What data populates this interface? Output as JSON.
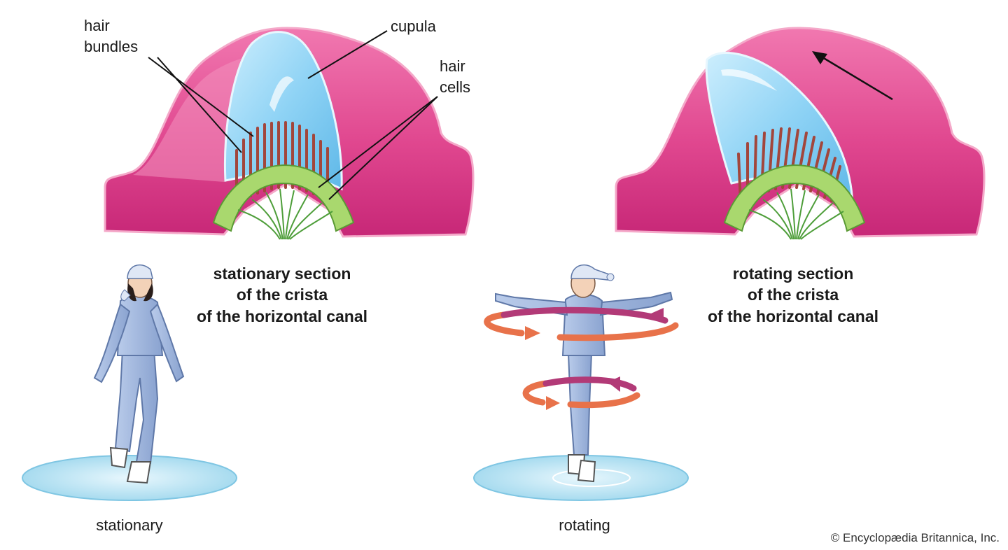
{
  "colors": {
    "canal_pink": "#e0478f",
    "canal_dark": "#c72777",
    "canal_light": "#f391bd",
    "cupula_blue": "#7fccf2",
    "cupula_light": "#bfe7fb",
    "hair_red": "#a2463c",
    "cells_green": "#a9d86e",
    "ice_blue": "#bde6f5",
    "clothing_blue": "#9db4dc",
    "arrow_orange": "#e8724a",
    "arrow_purple": "#b23a77"
  },
  "left_panel": {
    "labels": {
      "hair_bundles_line1": "hair",
      "hair_bundles_line2": "bundles",
      "cupula": "cupula",
      "hair_cells_line1": "hair",
      "hair_cells_line2": "cells"
    },
    "caption": {
      "line1": "stationary section",
      "line2": "of the crista",
      "line3": "of the horizontal canal"
    },
    "figure_label": "stationary"
  },
  "right_panel": {
    "caption": {
      "line1": "rotating section",
      "line2": "of the crista",
      "line3": "of the horizontal canal"
    },
    "figure_label": "rotating"
  },
  "credit": "© Encyclopædia Britannica, Inc."
}
